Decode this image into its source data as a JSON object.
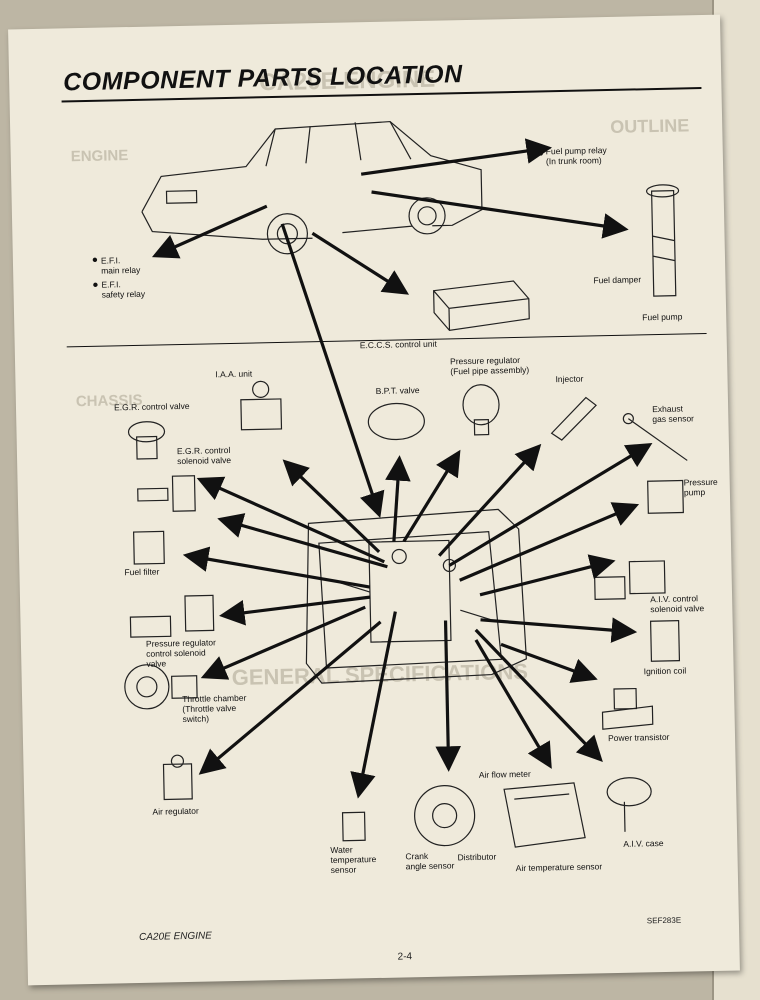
{
  "page": {
    "title": "COMPONENT PARTS LOCATION",
    "footer_left": "CA20E ENGINE",
    "page_number": "2-4",
    "figure_code": "SEF283E"
  },
  "labels": {
    "fuel_pump_relay": "Fuel pump relay\n(In trunk room)",
    "efi_main_relay": "E.F.I.\nmain relay",
    "efi_safety_relay": "E.F.I.\nsafety relay",
    "fuel_damper": "Fuel damper",
    "fuel_pump": "Fuel pump",
    "eccs_control_unit": "E.C.C.S. control unit",
    "iaa_unit": "I.A.A. unit",
    "egr_control_valve": "E.G.R. control valve",
    "bpt_valve": "B.P.T. valve",
    "pressure_regulator": "Pressure regulator\n(Fuel pipe assembly)",
    "injector": "Injector",
    "exhaust_gas_sensor": "Exhaust\ngas sensor",
    "egr_solenoid": "E.G.R. control\nsolenoid valve",
    "pressure_pump": "Pressure\npump",
    "fuel_filter": "Fuel filter",
    "aiv_solenoid": "A.I.V. control\nsolenoid valve",
    "pr_control_solenoid": "Pressure regulator\ncontrol solenoid\nvalve",
    "ignition_coil": "Ignition coil",
    "throttle_chamber": "Throttle chamber\n(Throttle valve\nswitch)",
    "power_transistor": "Power transistor",
    "air_regulator": "Air regulator",
    "air_flow_meter": "Air flow meter",
    "water_temp_sensor": "Water\ntemperature\nsensor",
    "crank_angle_sensor": "Crank\nangle sensor",
    "distributor": "Distributor",
    "air_temp_sensor": "Air temperature sensor",
    "aiv_case": "A.I.V. case"
  },
  "colors": {
    "paper": "#efeadb",
    "ink": "#111111",
    "ghost": "#c9c3b2",
    "background": "#bdb6a4"
  }
}
